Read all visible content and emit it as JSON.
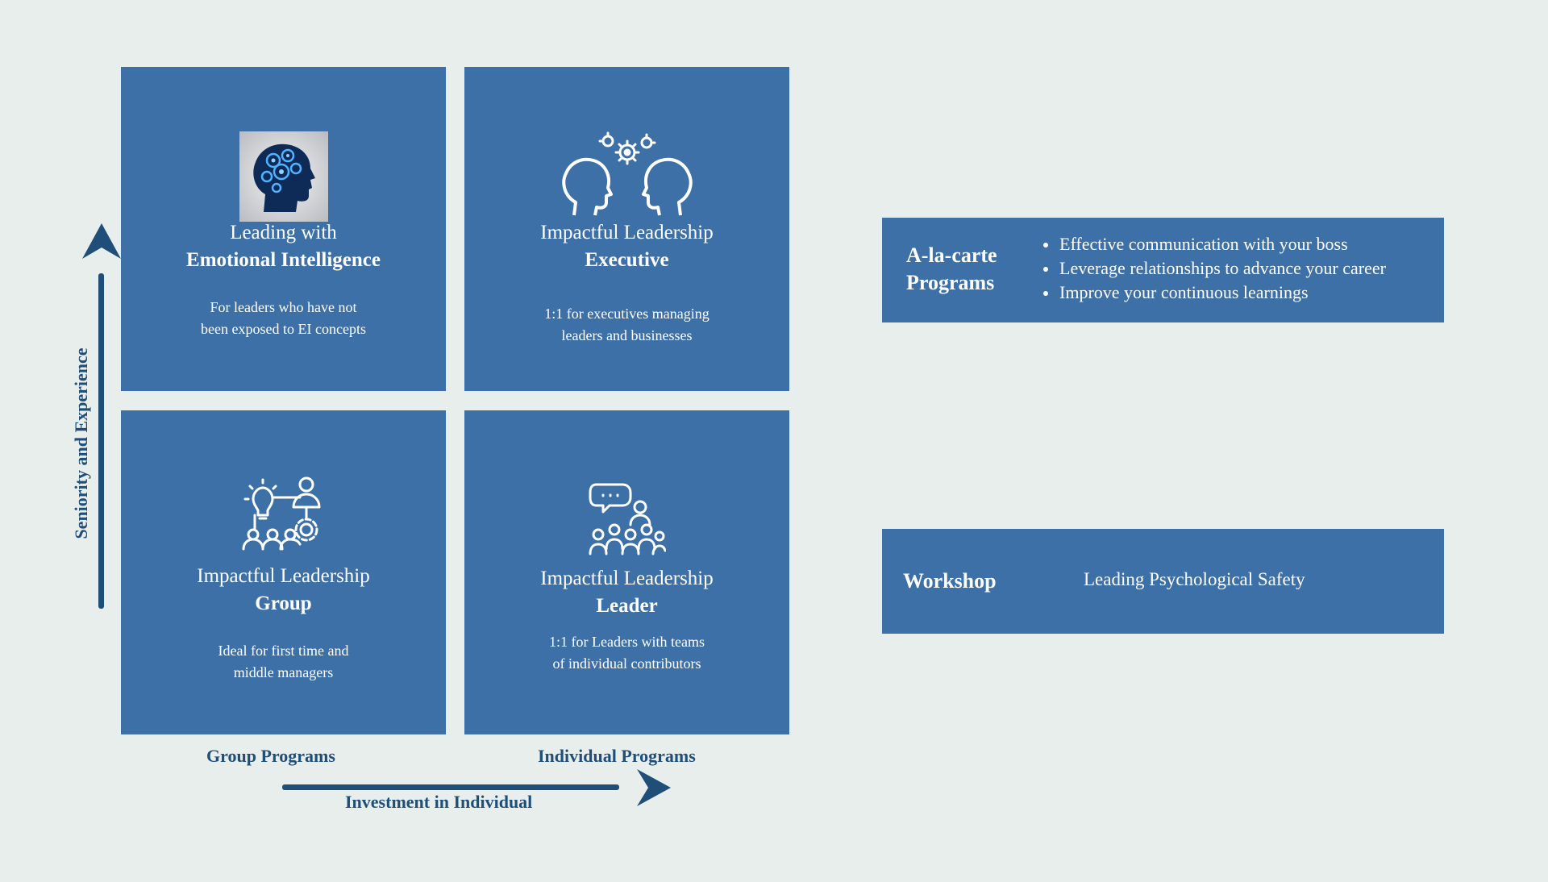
{
  "colors": {
    "background": "#e8eeec",
    "box": "#3d70a6",
    "axis": "#1f4e79",
    "text_on_box": "#ffffff"
  },
  "axes": {
    "y_label": "Seniority and Experience",
    "x_label": "Investment in Individual",
    "column_group": "Group Programs",
    "column_individual": "Individual Programs"
  },
  "quadrants": {
    "top_left": {
      "icon": "brain-gears-head-icon",
      "title": "Leading with",
      "subtitle": "Emotional Intelligence",
      "desc_line1": "For leaders who have not",
      "desc_line2": "been exposed to EI concepts"
    },
    "top_right": {
      "icon": "two-heads-gears-icon",
      "title": "Impactful Leadership",
      "subtitle": "Executive",
      "desc_line1": "1:1 for executives managing",
      "desc_line2": "leaders and businesses"
    },
    "bottom_left": {
      "icon": "team-ideas-icon",
      "title": "Impactful Leadership",
      "subtitle": "Group",
      "desc_line1": "Ideal for first time and",
      "desc_line2": "middle managers"
    },
    "bottom_right": {
      "icon": "leader-speaking-group-icon",
      "title": "Impactful Leadership",
      "subtitle": "Leader",
      "desc_line1": "1:1 for Leaders with teams",
      "desc_line2": "of individual contributors"
    }
  },
  "alacarte": {
    "title_line1": "A-la-carte",
    "title_line2": "Programs",
    "items": [
      "Effective communication with your boss",
      "Leverage relationships to advance your career",
      "Improve your continuous learnings"
    ]
  },
  "workshop": {
    "title": "Workshop",
    "topic": "Leading Psychological Safety"
  }
}
